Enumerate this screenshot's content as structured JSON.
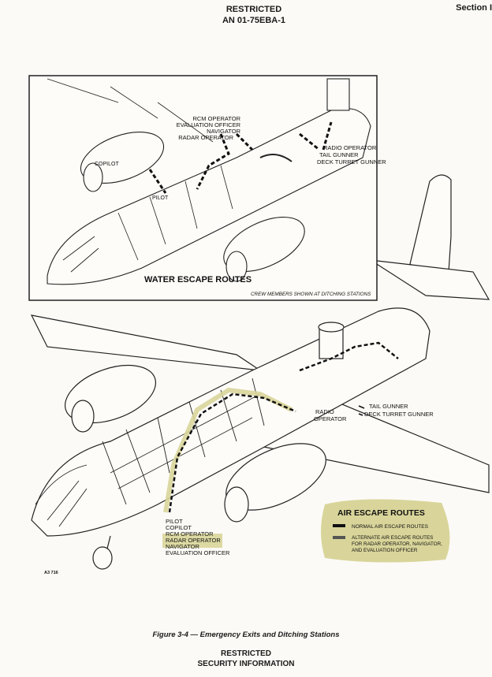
{
  "header": {
    "restricted": "RESTRICTED",
    "an_number": "AN 01-75EBA-1",
    "section": "Section I"
  },
  "water_escape": {
    "crew_labels": [
      "RCM OPERATOR",
      "EVALUATION OFFICER",
      "NAVIGATOR",
      "RADAR OPERATOR"
    ],
    "copilot": "COPILOT",
    "pilot": "PILOT",
    "aft_labels": [
      "RADIO OPERATOR",
      "TAIL GUNNER",
      "DECK TURRET GUNNER"
    ],
    "title": "WATER ESCAPE ROUTES",
    "note": "CREW MEMBERS SHOWN AT DITCHING STATIONS"
  },
  "air_escape": {
    "aft_labels": [
      "TAIL GUNNER",
      "DECK TURRET GUNNER"
    ],
    "radio_operator": [
      "RADIO",
      "OPERATOR"
    ],
    "forward_labels": [
      "PILOT",
      "COPILOT",
      "RCM OPERATOR",
      "RADAR OPERATOR",
      "NAVIGATOR",
      "EVALUATION OFFICER"
    ],
    "legend": {
      "title": "AIR ESCAPE ROUTES",
      "normal": "NORMAL AIR ESCAPE ROUTES",
      "alternate": [
        "ALTERNATE AIR ESCAPE ROUTES",
        "FOR RADAR OPERATOR, NAVIGATOR,",
        "AND EVALUATION OFFICER"
      ]
    }
  },
  "plate_number": "A3   716",
  "caption": "Figure 3-4 — Emergency Exits and Ditching Stations",
  "footer": {
    "restricted": "RESTRICTED",
    "security": "SECURITY INFORMATION"
  },
  "colors": {
    "highlight": "#d9d59a",
    "ink": "#1a1a1a"
  }
}
